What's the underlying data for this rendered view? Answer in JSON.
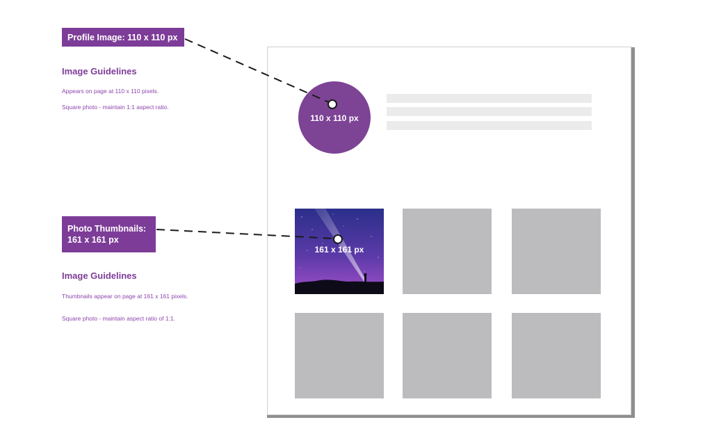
{
  "profile": {
    "callout": "Profile Image: 110 x 110 px",
    "heading": "Image Guidelines",
    "lines": [
      "Appears on page at 110 x 110 pixels.",
      "Square photo - maintain 1:1 aspect ratio."
    ],
    "size_label": "110 x 110 px"
  },
  "thumbnails": {
    "callout": "Photo Thumbnails: 161 x 161 px",
    "heading": "Image Guidelines",
    "lines": [
      "Thumbnails appear on page at 161 x 161 pixels.",
      "Square photo - maintain aspect ratio of 1:1."
    ],
    "size_label": "161 x 161 px"
  },
  "colors": {
    "accent": "#7d3c98",
    "placeholder": "#bcbcbe",
    "text_bar": "#ebebeb"
  },
  "icons": {
    "leader_anchor": "circle-marker-icon"
  }
}
